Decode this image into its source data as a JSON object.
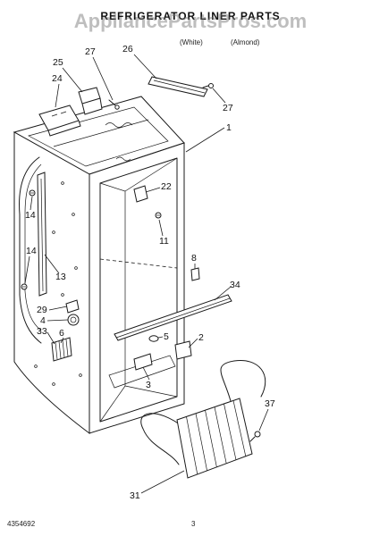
{
  "title": "REFRIGERATOR LINER PARTS",
  "watermark": "AppliancePartsPros.com",
  "variants": {
    "white": "(White)",
    "almond": "(Almond)"
  },
  "callouts": [
    "25",
    "24",
    "27",
    "26",
    "27",
    "1",
    "22",
    "14",
    "11",
    "14",
    "13",
    "8",
    "34",
    "29",
    "4",
    "5",
    "33",
    "6",
    "2",
    "3",
    "37",
    "31"
  ],
  "footer": {
    "document_number": "4354692",
    "page_number": "3"
  }
}
